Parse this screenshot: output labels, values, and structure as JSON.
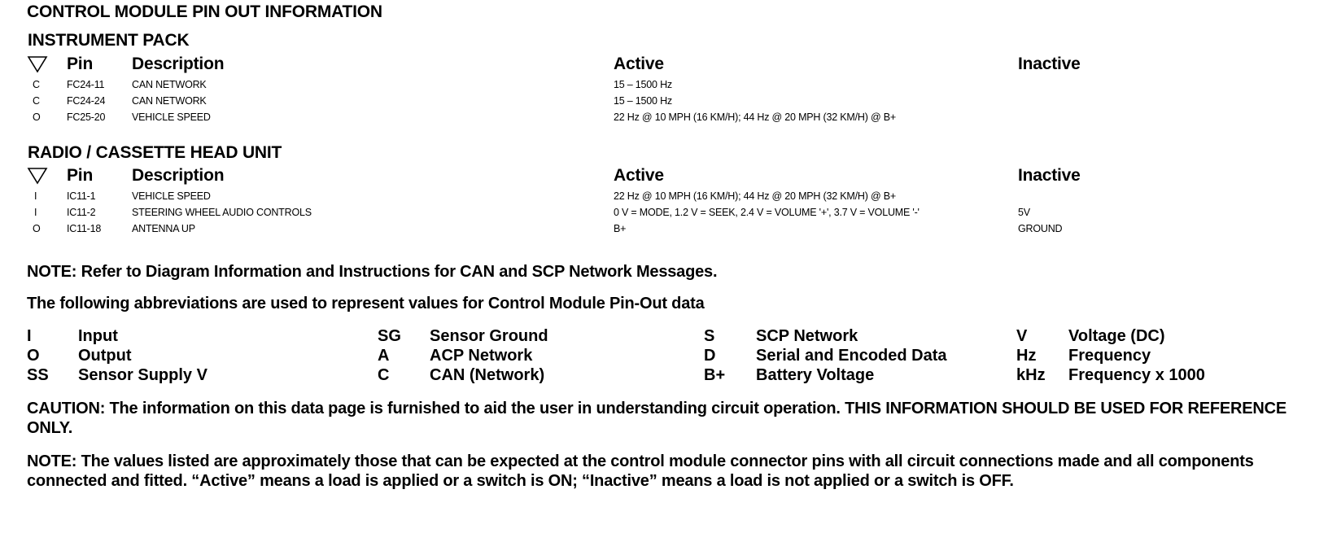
{
  "title": "CONTROL MODULE PIN OUT INFORMATION",
  "columns": {
    "pin": "Pin",
    "description": "Description",
    "active": "Active",
    "inactive": "Inactive"
  },
  "sections": [
    {
      "name": "INSTRUMENT PACK",
      "rows": [
        {
          "io": "C",
          "pin": "FC24-11",
          "description": "CAN NETWORK",
          "active": "15 – 1500 Hz",
          "inactive": ""
        },
        {
          "io": "C",
          "pin": "FC24-24",
          "description": "CAN NETWORK",
          "active": "15 – 1500 Hz",
          "inactive": ""
        },
        {
          "io": "O",
          "pin": "FC25-20",
          "description": "VEHICLE SPEED",
          "active": "22 Hz @ 10 MPH (16 KM/H); 44 Hz @ 20 MPH (32 KM/H) @ B+",
          "inactive": ""
        }
      ]
    },
    {
      "name": "RADIO / CASSETTE HEAD UNIT",
      "rows": [
        {
          "io": "I",
          "pin": "IC11-1",
          "description": "VEHICLE SPEED",
          "active": "22 Hz @ 10 MPH (16 KM/H); 44 Hz @ 20 MPH (32 KM/H) @ B+",
          "inactive": ""
        },
        {
          "io": "I",
          "pin": "IC11-2",
          "description": "STEERING WHEEL AUDIO CONTROLS",
          "active": "0 V = MODE, 1.2 V = SEEK, 2.4 V = VOLUME '+', 3.7 V = VOLUME '-'",
          "inactive": "5V"
        },
        {
          "io": "O",
          "pin": "IC11-18",
          "description": "ANTENNA UP",
          "active": "B+",
          "inactive": "GROUND"
        }
      ]
    }
  ],
  "note1": "NOTE:  Refer to Diagram Information and Instructions for CAN and SCP Network Messages.",
  "abbrev_intro": "The following abbreviations are used to represent values for Control Module Pin-Out data",
  "abbreviations": [
    [
      {
        "code": "I",
        "meaning": "Input"
      },
      {
        "code": "O",
        "meaning": "Output"
      },
      {
        "code": "SS",
        "meaning": "Sensor Supply V"
      }
    ],
    [
      {
        "code": "SG",
        "meaning": "Sensor Ground"
      },
      {
        "code": "A",
        "meaning": "ACP Network"
      },
      {
        "code": "C",
        "meaning": "CAN (Network)"
      }
    ],
    [
      {
        "code": "S",
        "meaning": "SCP Network"
      },
      {
        "code": "D",
        "meaning": "Serial and Encoded Data"
      },
      {
        "code": "B+",
        "meaning": "Battery Voltage"
      }
    ],
    [
      {
        "code": "V",
        "meaning": "Voltage (DC)"
      },
      {
        "code": "Hz",
        "meaning": "Frequency"
      },
      {
        "code": "kHz",
        "meaning": "Frequency x 1000"
      }
    ]
  ],
  "caution": "CAUTION: The information on this data page is furnished to aid the user in understanding circuit operation.  THIS INFORMATION SHOULD BE USED FOR REFERENCE ONLY.",
  "note2": "NOTE: The values listed are approximately those that can be expected at the control module connector pins with all circuit connections made and all components connected and fitted.  “Active” means a load is applied or a switch is ON; “Inactive” means a load is not applied or a switch is OFF."
}
